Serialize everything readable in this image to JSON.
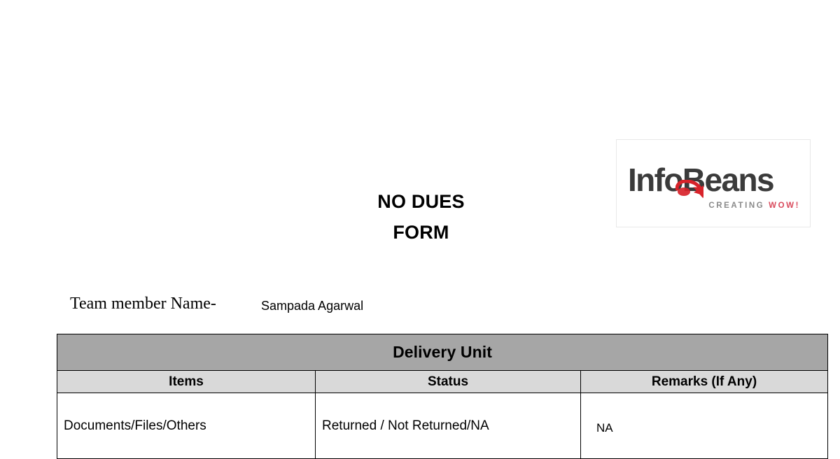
{
  "document": {
    "title_lines": [
      "NO DUES",
      "FORM"
    ]
  },
  "logo": {
    "wordmark": "InfoBeans",
    "tagline_prefix": "CREATING ",
    "tagline_accent": "WOW!",
    "swoosh_color": "#d8232a",
    "wordmark_color": "#3b3b3b",
    "tagline_color": "#8a8a8a",
    "accent_color": "#d94a5c"
  },
  "member": {
    "label": "Team member Name-",
    "value": "Sampada Agarwal"
  },
  "table": {
    "section_title": "Delivery Unit",
    "section_bg": "#a6a6a6",
    "header_bg": "#d9d9d9",
    "columns": [
      "Items",
      "Status",
      "Remarks (If Any)"
    ],
    "rows": [
      {
        "items": "Documents/Files/Others",
        "status": "Returned / Not Returned/NA",
        "remarks": "NA"
      }
    ]
  }
}
